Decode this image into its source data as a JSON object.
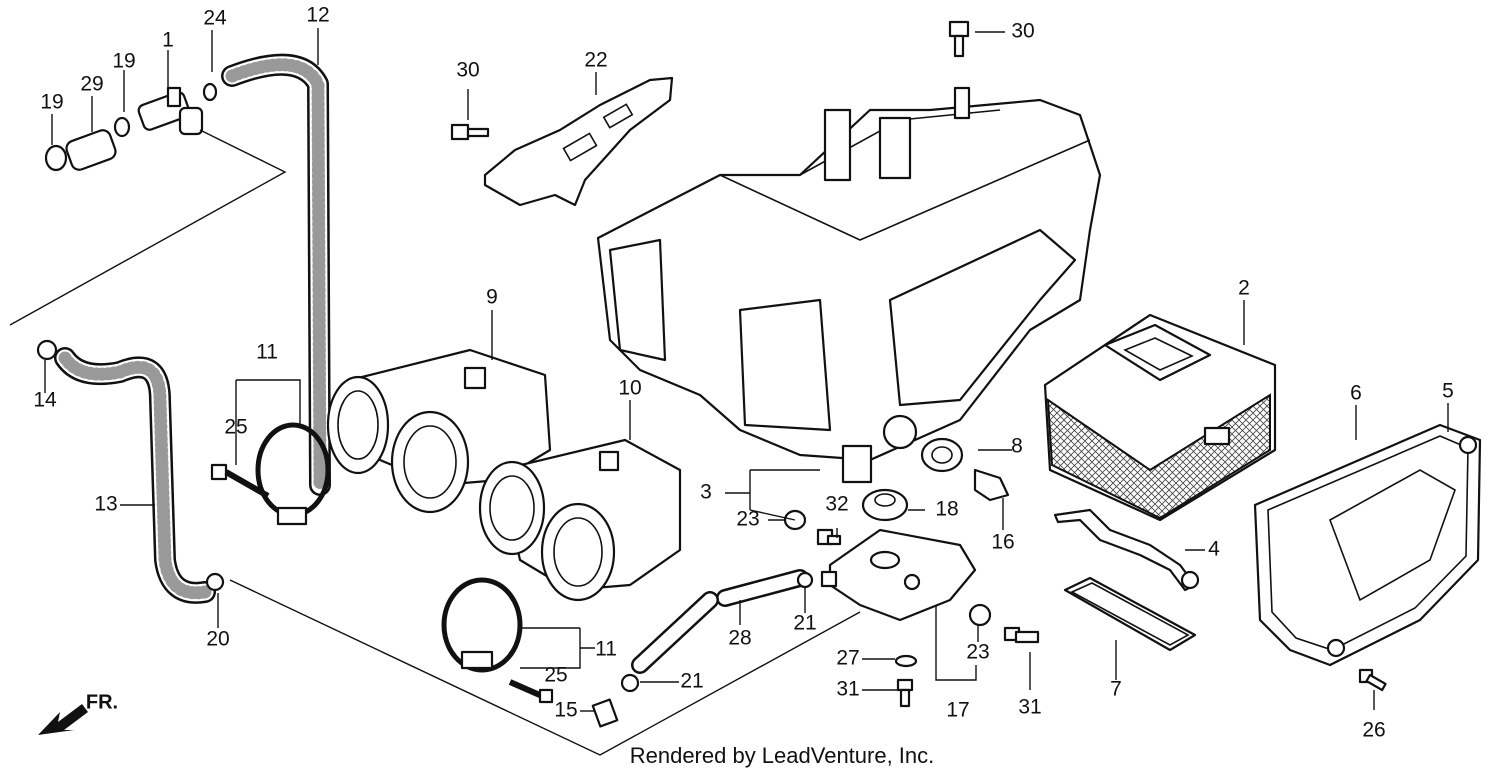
{
  "callouts": [
    {
      "id": "c1",
      "text": "1"
    },
    {
      "id": "c2",
      "text": "2"
    },
    {
      "id": "c3",
      "text": "3"
    },
    {
      "id": "c4",
      "text": "4"
    },
    {
      "id": "c5",
      "text": "5"
    },
    {
      "id": "c6",
      "text": "6"
    },
    {
      "id": "c7",
      "text": "7"
    },
    {
      "id": "c8",
      "text": "8"
    },
    {
      "id": "c9",
      "text": "9"
    },
    {
      "id": "c10",
      "text": "10"
    },
    {
      "id": "c11a",
      "text": "11"
    },
    {
      "id": "c11b",
      "text": "11"
    },
    {
      "id": "c12",
      "text": "12"
    },
    {
      "id": "c13",
      "text": "13"
    },
    {
      "id": "c14",
      "text": "14"
    },
    {
      "id": "c15",
      "text": "15"
    },
    {
      "id": "c16",
      "text": "16"
    },
    {
      "id": "c17",
      "text": "17"
    },
    {
      "id": "c18",
      "text": "18"
    },
    {
      "id": "c19a",
      "text": "19"
    },
    {
      "id": "c19b",
      "text": "19"
    },
    {
      "id": "c20",
      "text": "20"
    },
    {
      "id": "c21a",
      "text": "21"
    },
    {
      "id": "c21b",
      "text": "21"
    },
    {
      "id": "c22",
      "text": "22"
    },
    {
      "id": "c23a",
      "text": "23"
    },
    {
      "id": "c23b",
      "text": "23"
    },
    {
      "id": "c24",
      "text": "24"
    },
    {
      "id": "c25a",
      "text": "25"
    },
    {
      "id": "c25b",
      "text": "25"
    },
    {
      "id": "c26",
      "text": "26"
    },
    {
      "id": "c27",
      "text": "27"
    },
    {
      "id": "c28",
      "text": "28"
    },
    {
      "id": "c29",
      "text": "29"
    },
    {
      "id": "c30a",
      "text": "30"
    },
    {
      "id": "c30b",
      "text": "30"
    },
    {
      "id": "c31a",
      "text": "31"
    },
    {
      "id": "c31b",
      "text": "31"
    },
    {
      "id": "c32",
      "text": "32"
    }
  ],
  "direction_marker": "FR.",
  "footer": "Rendered by LeadVenture, Inc."
}
